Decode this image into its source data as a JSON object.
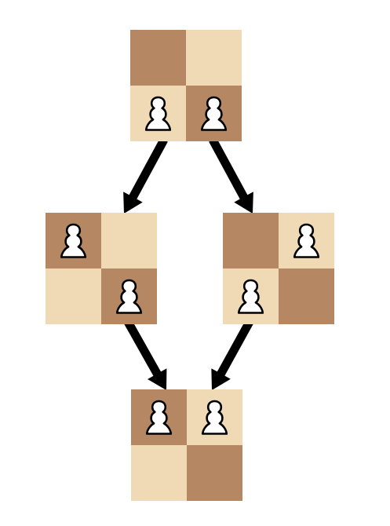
{
  "colors": {
    "dark_square": "#b58863",
    "light_square": "#f0d9b5",
    "pawn_fill": "#ffffff",
    "pawn_outline": "#000000",
    "arrow": "#000000",
    "background": "#ffffff"
  },
  "piece_icon": "white-pawn-icon",
  "boards": [
    {
      "id": "top",
      "squares": [
        {
          "shade": "dark",
          "piece": null
        },
        {
          "shade": "light",
          "piece": null
        },
        {
          "shade": "light",
          "piece": "white-pawn"
        },
        {
          "shade": "dark",
          "piece": "white-pawn"
        }
      ]
    },
    {
      "id": "left",
      "squares": [
        {
          "shade": "dark",
          "piece": "white-pawn"
        },
        {
          "shade": "light",
          "piece": null
        },
        {
          "shade": "light",
          "piece": null
        },
        {
          "shade": "dark",
          "piece": "white-pawn"
        }
      ]
    },
    {
      "id": "right",
      "squares": [
        {
          "shade": "dark",
          "piece": null
        },
        {
          "shade": "light",
          "piece": "white-pawn"
        },
        {
          "shade": "light",
          "piece": "white-pawn"
        },
        {
          "shade": "dark",
          "piece": null
        }
      ]
    },
    {
      "id": "bottom",
      "squares": [
        {
          "shade": "dark",
          "piece": "white-pawn"
        },
        {
          "shade": "light",
          "piece": "white-pawn"
        },
        {
          "shade": "light",
          "piece": null
        },
        {
          "shade": "dark",
          "piece": null
        }
      ]
    }
  ],
  "transitions": [
    {
      "from": "top",
      "to": "left"
    },
    {
      "from": "top",
      "to": "right"
    },
    {
      "from": "left",
      "to": "bottom"
    },
    {
      "from": "right",
      "to": "bottom"
    }
  ]
}
